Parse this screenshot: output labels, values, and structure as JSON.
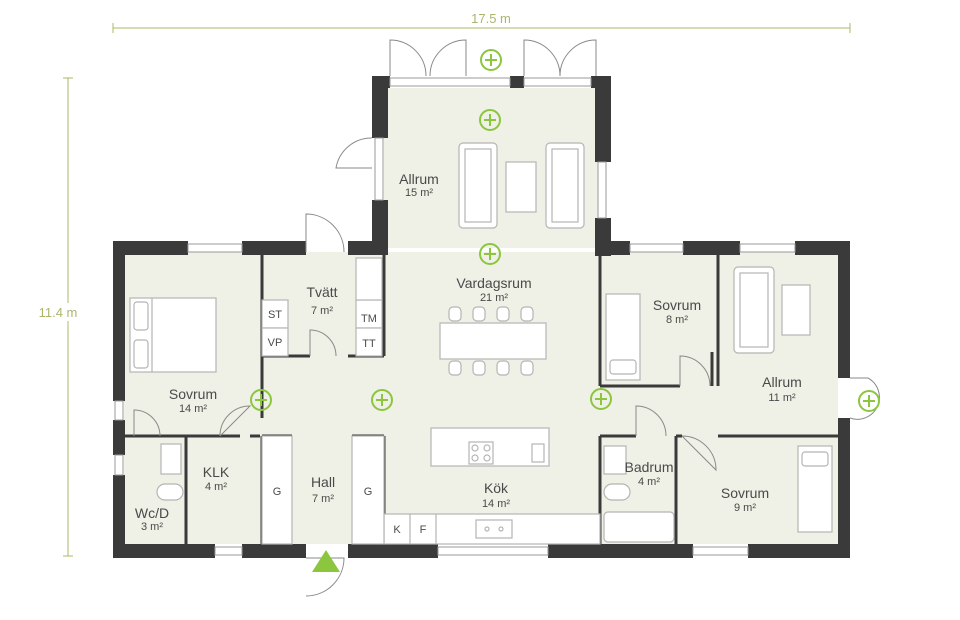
{
  "dimensions": {
    "width": "17.5 m",
    "height": "11.4 m"
  },
  "colors": {
    "wall": "#3a3a3a",
    "floor": "#eff0e6",
    "dimension": "#a8b86a",
    "accent": "#8cc63f",
    "fixture_stroke": "#b5b5b5",
    "text": "#4a4a4a"
  },
  "rooms": {
    "allrum_top": {
      "name": "Allrum",
      "area": "15 m²"
    },
    "vardagsrum": {
      "name": "Vardagsrum",
      "area": "21 m²"
    },
    "tvatt": {
      "name": "Tvätt",
      "area": "7 m²"
    },
    "sovrum_left": {
      "name": "Sovrum",
      "area": "14 m²"
    },
    "klk": {
      "name": "KLK",
      "area": "4 m²"
    },
    "wcd": {
      "name": "Wc/D",
      "area": "3 m²"
    },
    "hall": {
      "name": "Hall",
      "area": "7 m²"
    },
    "kok": {
      "name": "Kök",
      "area": "14 m²"
    },
    "sovrum_small": {
      "name": "Sovrum",
      "area": "8 m²"
    },
    "allrum_right": {
      "name": "Allrum",
      "area": "11 m²"
    },
    "badrum": {
      "name": "Badrum",
      "area": "4 m²"
    },
    "sovrum_br": {
      "name": "Sovrum",
      "area": "9 m²"
    }
  },
  "fixtures": {
    "st": "ST",
    "vp": "VP",
    "tm": "TM",
    "tt": "TT",
    "g_left": "G",
    "g_right": "G",
    "k": "K",
    "f": "F"
  },
  "icons": [
    "plus-circle-icon",
    "entrance-arrow-icon"
  ]
}
